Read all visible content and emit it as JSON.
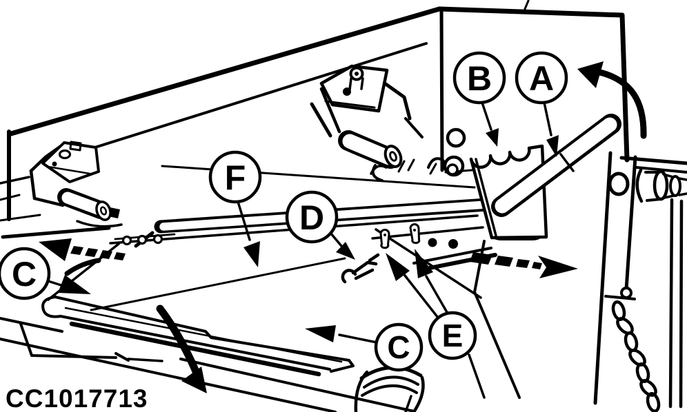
{
  "figure": {
    "code": "CC1017713"
  },
  "colors": {
    "ink": "#000000",
    "paper": "#ffffff"
  },
  "callouts": [
    {
      "letter": "B"
    },
    {
      "letter": "A"
    },
    {
      "letter": "F"
    },
    {
      "letter": "D"
    },
    {
      "letter": "C"
    },
    {
      "letter": "C"
    },
    {
      "letter": "E"
    }
  ],
  "icons": [
    "rotate-lever-arrow",
    "slide-left-dashed-arrow",
    "slide-right-dashed-arrow",
    "fold-down-arrow",
    "leader-arrowheads"
  ]
}
